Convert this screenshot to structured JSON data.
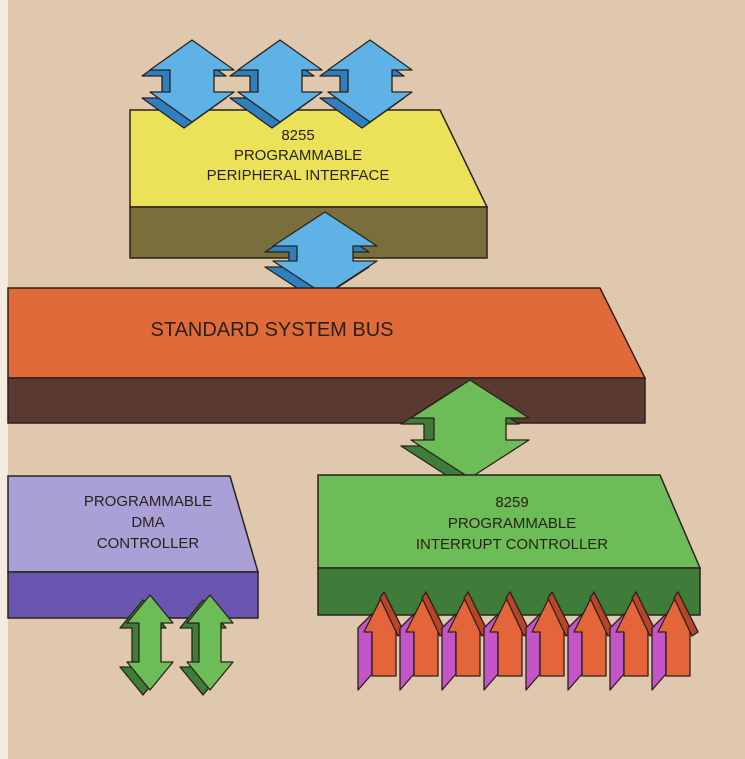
{
  "blocks": {
    "ppi": {
      "lines": [
        "8255",
        "PROGRAMMABLE",
        "PERIPHERAL INTERFACE"
      ]
    },
    "bus": {
      "lines": [
        "STANDARD SYSTEM BUS"
      ]
    },
    "dma": {
      "lines": [
        "PROGRAMMABLE",
        "DMA",
        "CONTROLLER"
      ]
    },
    "pic": {
      "lines": [
        "8259",
        "PROGRAMMABLE",
        "INTERRUPT CONTROLLER"
      ]
    }
  },
  "colors": {
    "background": "#dfc8ad",
    "ppi_top": "#ece25a",
    "ppi_front": "#7a6e3c",
    "bus_top": "#e06a3a",
    "bus_front": "#5a3a30",
    "dma_top": "#a9a0d8",
    "dma_front": "#6a56b0",
    "pic_top": "#6cbc58",
    "pic_front": "#3f7c3a",
    "blue_arrow": "#5fb2e6",
    "blue_arrow_dark": "#2f7fc0",
    "green_arrow": "#6cbc58",
    "green_arrow_dark": "#3f7c3a",
    "red_arrow": "#e5653a",
    "magenta_side": "#c455c8"
  }
}
